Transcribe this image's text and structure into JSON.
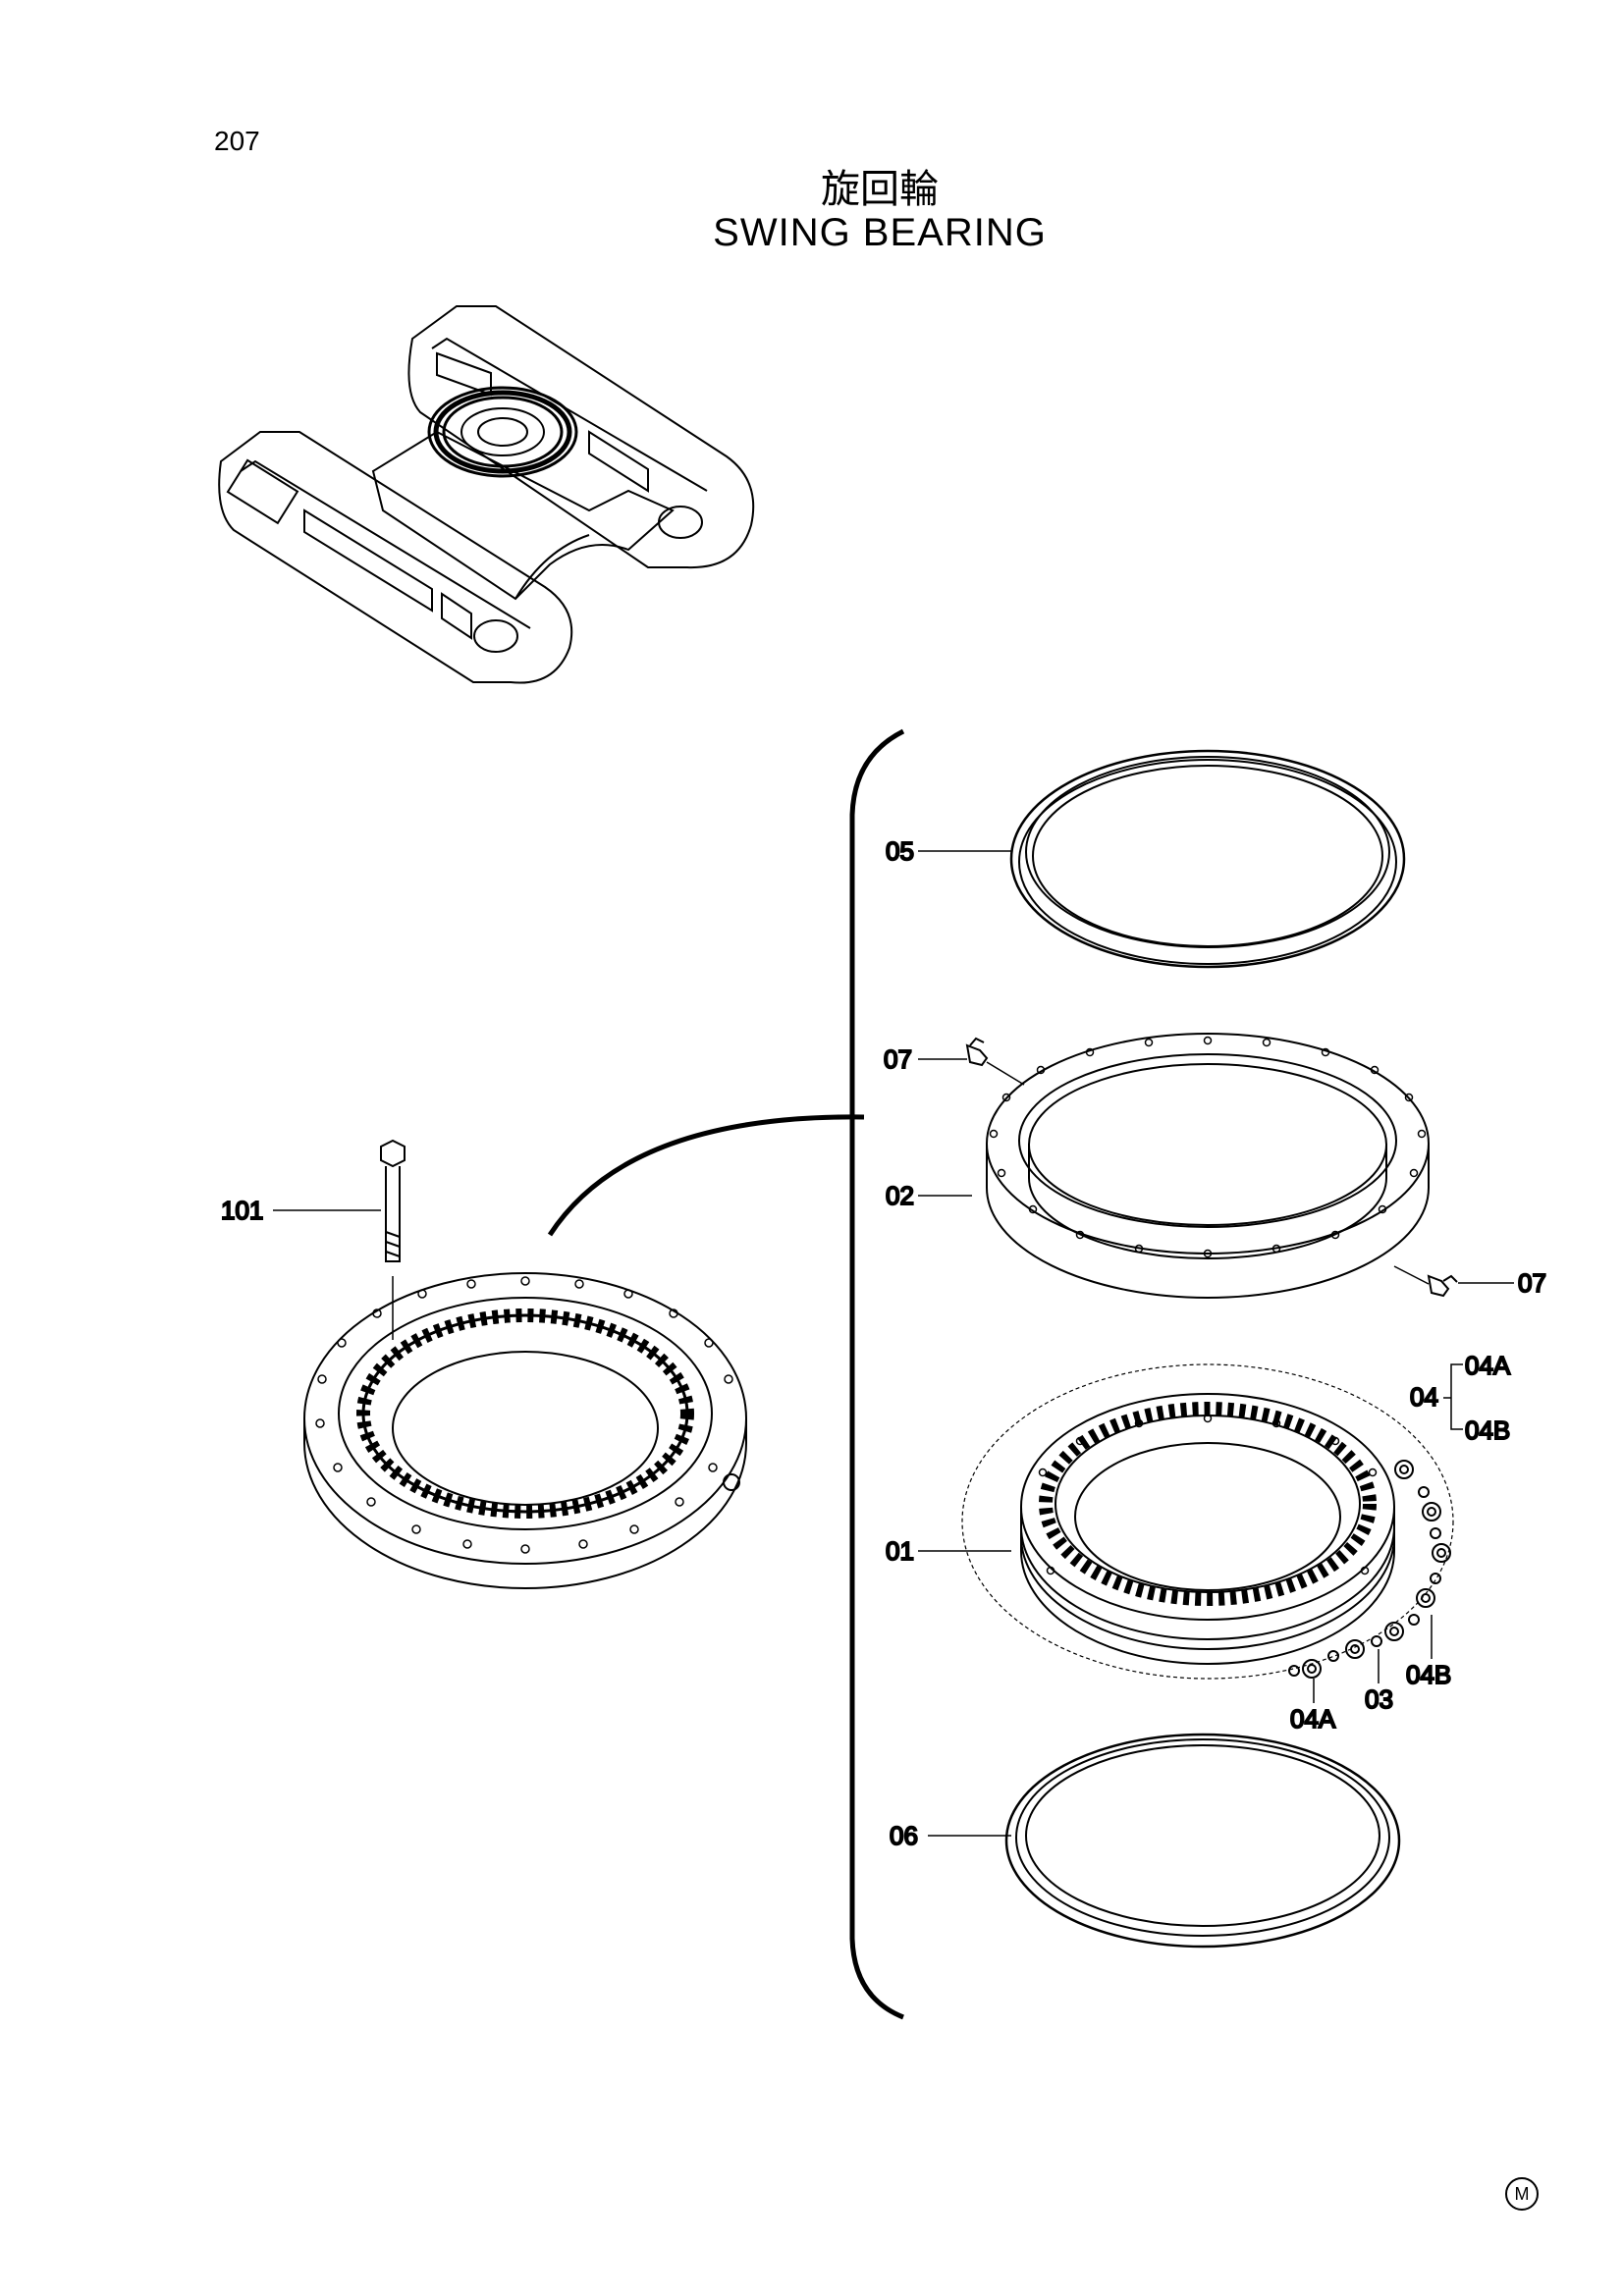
{
  "header": {
    "page_number": "207",
    "title_jp": "旋回輪",
    "title_en": "SWING BEARING"
  },
  "callouts": {
    "c05": "05",
    "c07_top": "07",
    "c02": "02",
    "c07_right": "07",
    "c101": "101",
    "c04": "04",
    "c04A_group": "04A",
    "c04B_group": "04B",
    "c01": "01",
    "c04B_lower": "04B",
    "c03": "03",
    "c04A_lower": "04A",
    "c06": "06"
  },
  "footer": {
    "mark": "M"
  }
}
